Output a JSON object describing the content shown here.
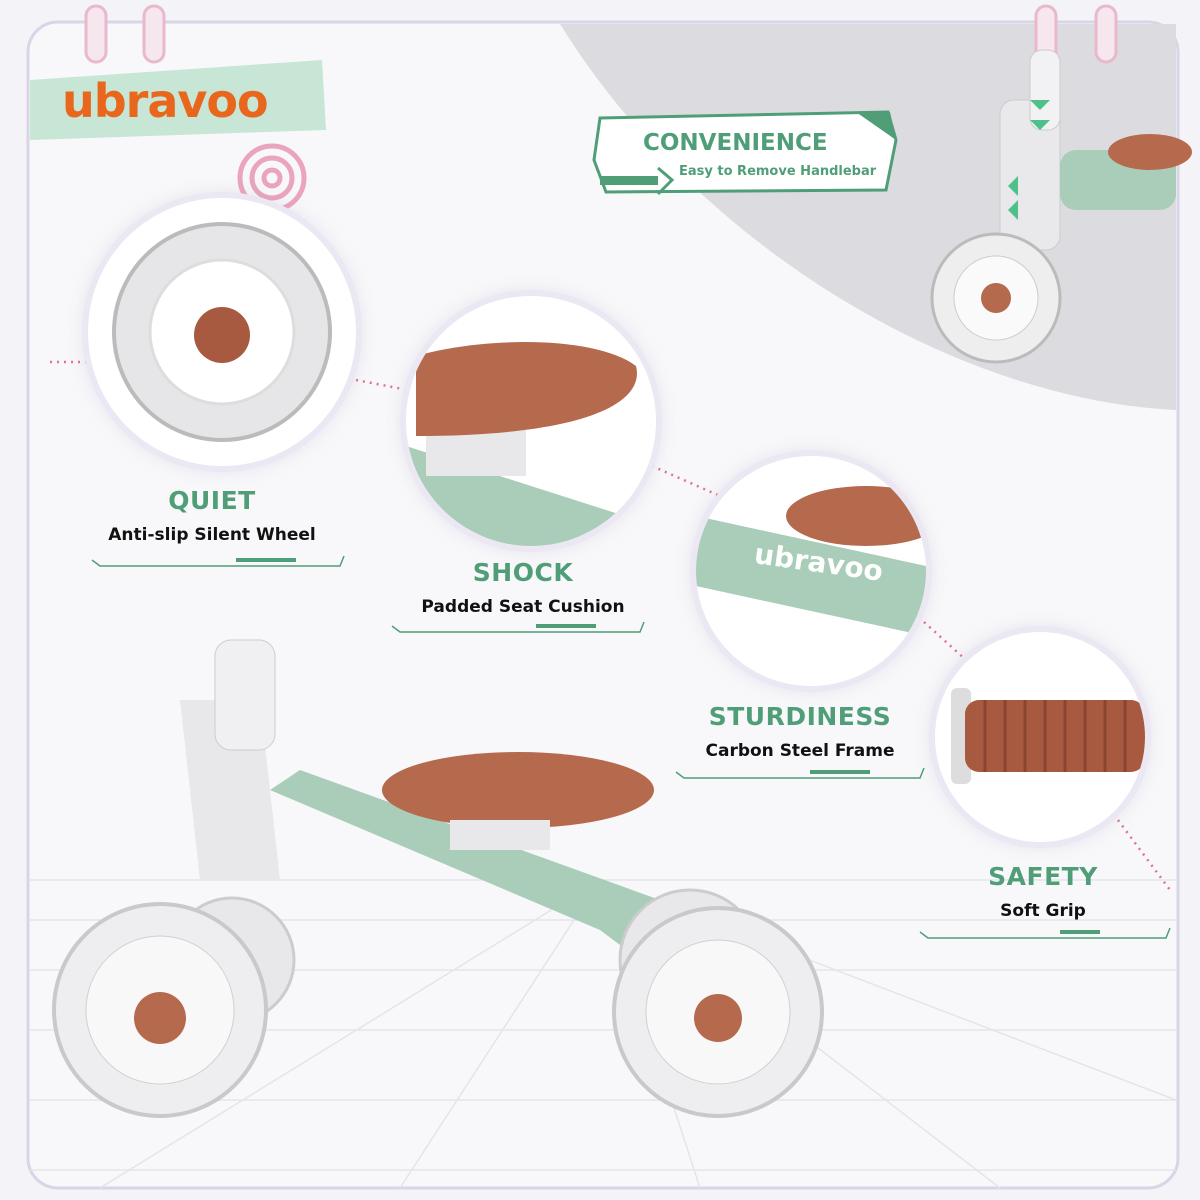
{
  "brand": {
    "logo_text": "ubravoo",
    "frame_logo_text": "ubravoo",
    "logo_color": "#e8671c"
  },
  "colors": {
    "accent_green": "#4f9e78",
    "seat_brown": "#b56a4e",
    "frame_mint": "#a9cdb8"
  },
  "convenience": {
    "title": "CONVENIENCE",
    "subtitle": "Easy to Remove Handlebar"
  },
  "features": [
    {
      "title": "QUIET",
      "subtitle": "Anti-slip Silent Wheel"
    },
    {
      "title": "SHOCK",
      "subtitle": "Padded Seat Cushion"
    },
    {
      "title": "STURDINESS",
      "subtitle": "Carbon Steel Frame"
    },
    {
      "title": "SAFETY",
      "subtitle": "Soft Grip"
    }
  ]
}
